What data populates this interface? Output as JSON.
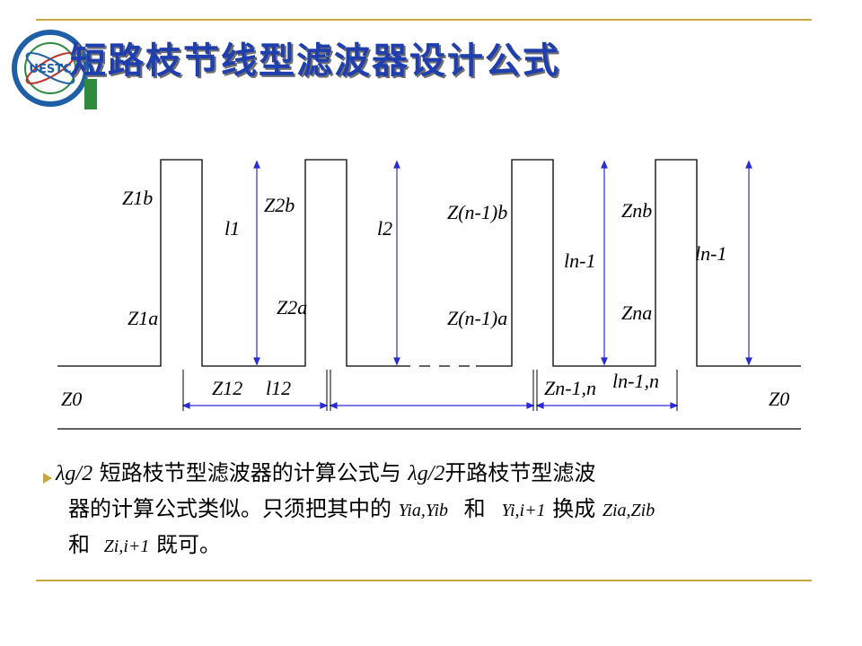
{
  "title": "短路枝节线型滤波器设计公式",
  "logo": {
    "text": "UESTC",
    "colors": {
      "blue": "#1f5fa8",
      "green": "#2e8b3e",
      "red": "#c0302a"
    }
  },
  "colors": {
    "title": "#1f3fae",
    "accent_rule": "#c8a640",
    "dimension": "#2b2bd6",
    "line": "#000000"
  },
  "diagram": {
    "labels": {
      "z1b": "Z1b",
      "z1a": "Z1a",
      "l1": "l1",
      "z2b": "Z2b",
      "z2a": "Z2a",
      "l2": "l2",
      "zn1b": "Z(n-1)b",
      "zn1a": "Z(n-1)a",
      "znb": "Znb",
      "zna": "Zna",
      "ln1_a": "ln-1",
      "ln1_b": "ln-1",
      "z12": "Z12",
      "l12": "l12",
      "zn1n": "Zn-1,n",
      "ln1n": "ln-1,n",
      "z0_left": "Z0",
      "z0_right": "Z0"
    }
  },
  "body": {
    "line1_sym_a": "λg/2",
    "line1_text": "短路枝节型滤波器的计算公式与",
    "line1_sym_b": "λg/2",
    "line1_text2": "开路枝节型滤波",
    "line2_text": "器的计算公式类似。只须把其中的",
    "line2_sym_a": "Yia,Yib",
    "line2_and": "和",
    "line2_sym_b": "Yi,i+1",
    "line2_text2": "换成",
    "line2_sym_c": "Zia,Zib",
    "line3_and": "和",
    "line3_sym": "Zi,i+1",
    "line3_text": "既可。"
  }
}
